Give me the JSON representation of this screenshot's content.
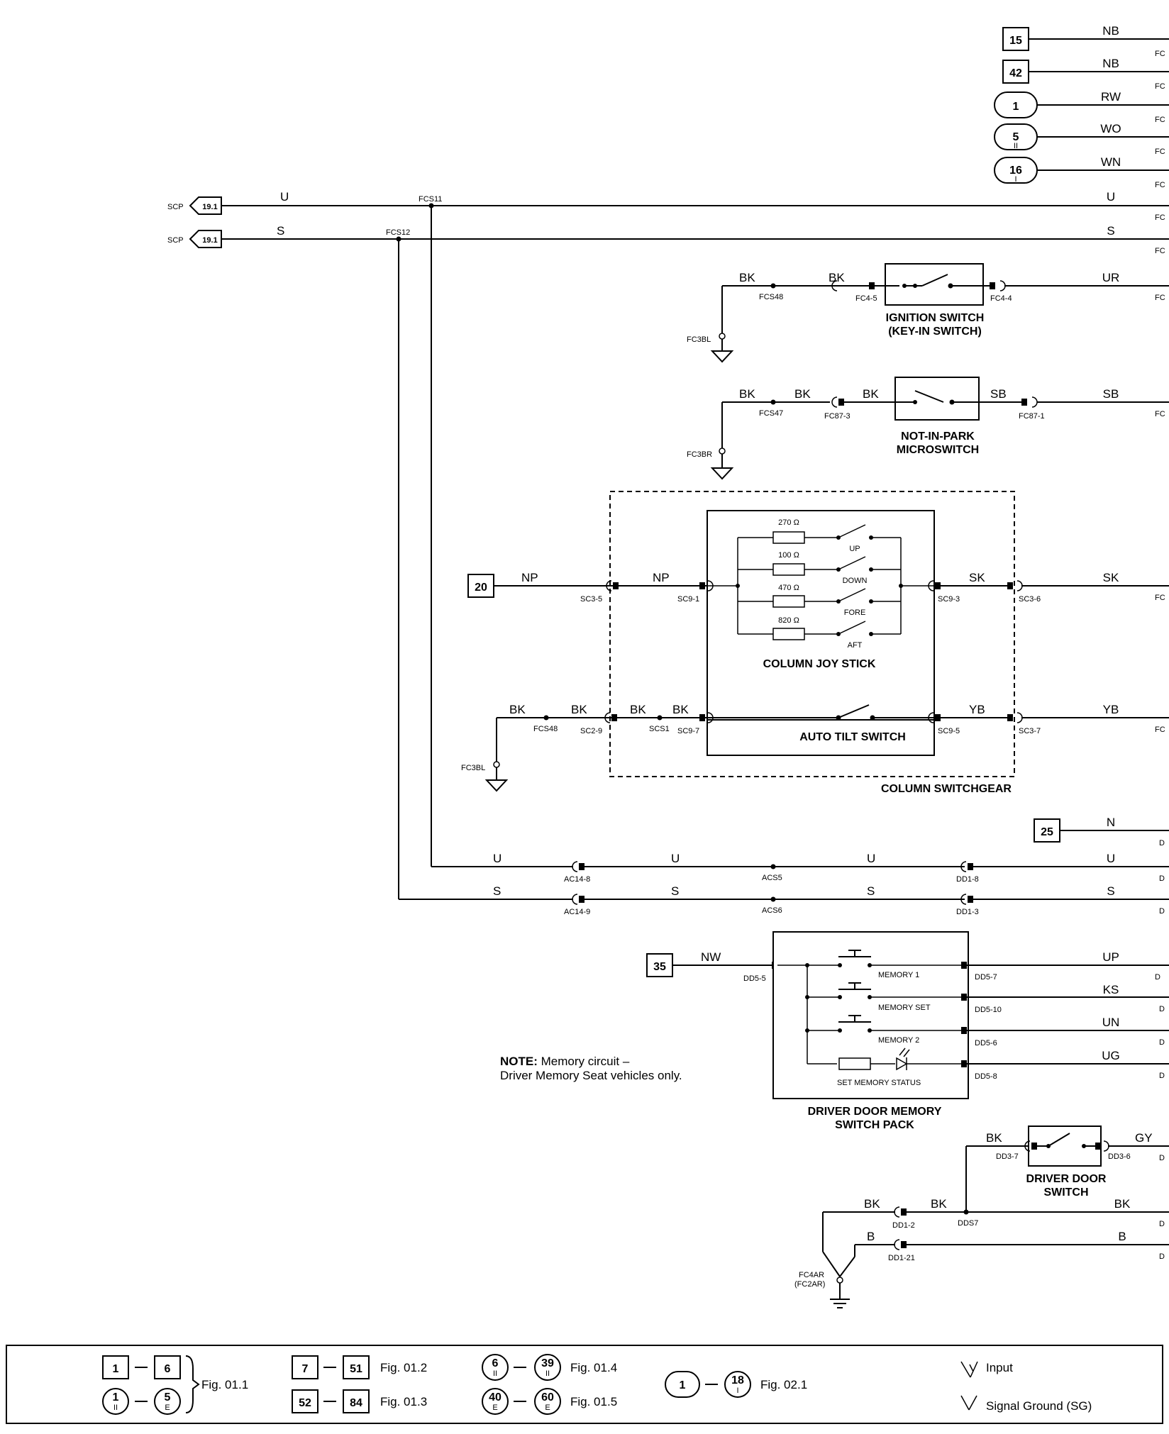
{
  "top_refs": [
    {
      "num": "15",
      "sub": "",
      "wire": "NB",
      "conn": "FC",
      "shape": "square"
    },
    {
      "num": "42",
      "sub": "",
      "wire": "NB",
      "conn": "FC",
      "shape": "square"
    },
    {
      "num": "1",
      "sub": "",
      "wire": "RW",
      "conn": "FC",
      "shape": "circle"
    },
    {
      "num": "5",
      "sub": "II",
      "wire": "WO",
      "conn": "FC",
      "shape": "circle"
    },
    {
      "num": "16",
      "sub": "I",
      "wire": "WN",
      "conn": "FC",
      "shape": "circle"
    }
  ],
  "bus": {
    "scp": "SCP",
    "ref": "19.1",
    "u": {
      "wire": "U",
      "splice": "FCS11",
      "conn": "FC"
    },
    "s": {
      "wire": "S",
      "splice": "FCS12",
      "conn": "FC"
    }
  },
  "ignition": {
    "name1": "IGNITION SWITCH",
    "name2": "(KEY-IN SWITCH)",
    "bk": "BK",
    "splice": "FCS48",
    "ground": "FC3BL",
    "pin_in": "FC4-5",
    "pin_out": "FC4-4",
    "out_wire": "UR",
    "conn": "FC"
  },
  "nip": {
    "name1": "NOT-IN-PARK",
    "name2": "MICROSWITCH",
    "bk": "BK",
    "splice": "FCS47",
    "ground": "FC3BR",
    "pin_in": "FC87-3",
    "pin_out": "FC87-1",
    "out_wire": "SB",
    "conn": "FC"
  },
  "switchgear": {
    "name": "COLUMN SWITCHGEAR",
    "joystick_name": "COLUMN JOY STICK",
    "tilt_name": "AUTO TILT SWITCH",
    "resistors": [
      {
        "value": "270 Ω",
        "label": "UP"
      },
      {
        "value": "100 Ω",
        "label": "DOWN"
      },
      {
        "value": "470 Ω",
        "label": "FORE"
      },
      {
        "value": "820 Ω",
        "label": "AFT"
      }
    ],
    "in_ref": "20",
    "np": "NP",
    "pin_sc35": "SC3-5",
    "pin_sc91": "SC9-1",
    "pin_sc93": "SC9-3",
    "pin_sc36": "SC3-6",
    "sk": "SK",
    "bk": "BK",
    "splice_fcs48": "FCS48",
    "pin_sc29": "SC2-9",
    "splice_scs1": "SCS1",
    "pin_sc97": "SC9-7",
    "pin_sc95": "SC9-5",
    "pin_sc37": "SC3-7",
    "yb": "YB",
    "ground": "FC3BL",
    "conn": "FC"
  },
  "mid": {
    "ref25": "25",
    "n": "N",
    "u": "U",
    "s": "S",
    "ac148": "AC14-8",
    "ac149": "AC14-9",
    "acs5": "ACS5",
    "acs6": "ACS6",
    "dd18": "DD1-8",
    "dd13": "DD1-3",
    "conn": "D"
  },
  "memory": {
    "name1": "DRIVER DOOR MEMORY",
    "name2": "SWITCH PACK",
    "ref35": "35",
    "nw": "NW",
    "pin_in": "DD5-5",
    "buttons": [
      {
        "label": "MEMORY 1",
        "pin": "DD5-7",
        "wire": "UP"
      },
      {
        "label": "MEMORY SET",
        "pin": "DD5-10",
        "wire": "KS"
      },
      {
        "label": "MEMORY 2",
        "pin": "DD5-6",
        "wire": "UN"
      }
    ],
    "status_label": "SET MEMORY STATUS",
    "status_pin": "DD5-8",
    "status_wire": "UG",
    "conn": "D"
  },
  "note": {
    "head": "NOTE:",
    "line1": " Memory circuit –",
    "line2": "Driver Memory Seat vehicles only."
  },
  "door": {
    "name1": "DRIVER DOOR",
    "name2": "SWITCH",
    "bk": "BK",
    "gy": "GY",
    "b": "B",
    "pin_dd37": "DD3-7",
    "pin_dd36": "DD3-6",
    "pin_dd12": "DD1-2",
    "pin_dd121": "DD1-21",
    "splice": "DDS7",
    "ground1": "FC4AR",
    "ground2": "(FC2AR)",
    "conn": "D"
  },
  "legend": {
    "g1": {
      "a": "1",
      "b": "6",
      "c": "1",
      "c_sub": "II",
      "d": "5",
      "d_sub": "E",
      "fig": "Fig. 01.1"
    },
    "g2": [
      {
        "a": "7",
        "b": "51",
        "fig": "Fig. 01.2"
      },
      {
        "a": "52",
        "b": "84",
        "fig": "Fig. 01.3"
      }
    ],
    "g3": [
      {
        "a": "6",
        "a_sub": "II",
        "b": "39",
        "b_sub": "II",
        "fig": "Fig. 01.4"
      },
      {
        "a": "40",
        "a_sub": "E",
        "b": "60",
        "b_sub": "E",
        "fig": "Fig. 01.5"
      }
    ],
    "g4": {
      "a": "1",
      "b": "18",
      "b_sub": "I",
      "fig": "Fig. 02.1"
    },
    "input": "Input",
    "signal_ground": "Signal Ground (SG)"
  }
}
